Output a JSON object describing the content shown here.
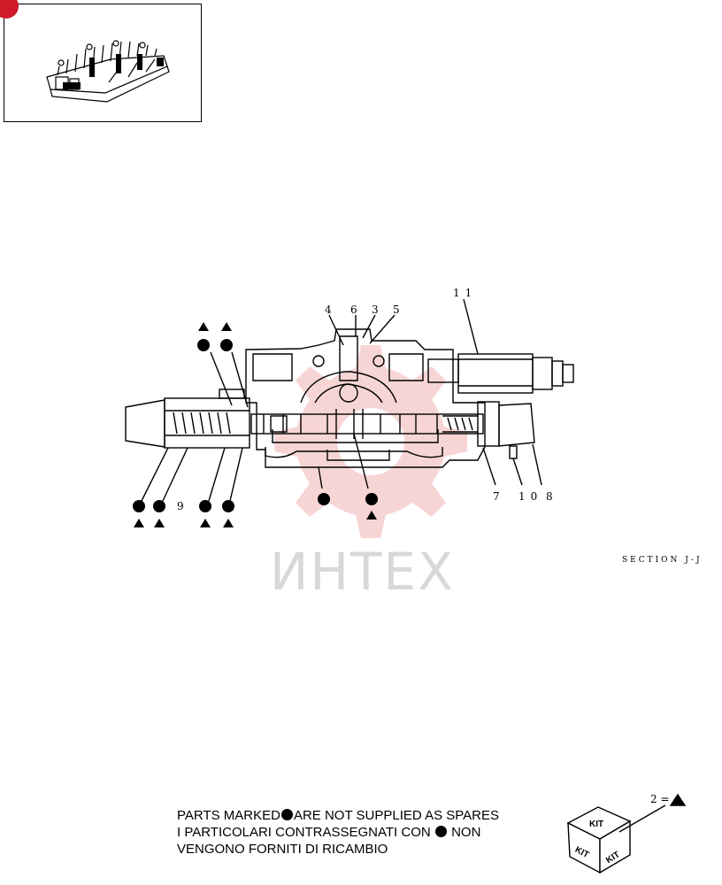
{
  "thumbnail": {
    "icon": "valve-assembly-icon",
    "badge_color": "#d01a2a"
  },
  "callouts": {
    "c11": "11",
    "c4": "4",
    "c6": "6",
    "c3": "3",
    "c5": "5",
    "c9": "9",
    "c7": "7",
    "c10": "10",
    "c8": "8"
  },
  "section_label": "SECTION J-J",
  "watermark": {
    "text": "ИНТЕХ",
    "color": "#f2c7c7"
  },
  "notice": {
    "line1_pre": "PARTS MARKED",
    "line1_post": "ARE NOT SUPPLIED AS SPARES",
    "line2_pre": "I PARTICOLARI CONTRASSEGNATI CON",
    "line2_post": "NON",
    "line3": "VENGONO FORNITI DI RICAMBIO"
  },
  "kit": {
    "label_top": "KIT",
    "label_left": "KIT",
    "label_right": "KIT",
    "equals": "2 ="
  }
}
